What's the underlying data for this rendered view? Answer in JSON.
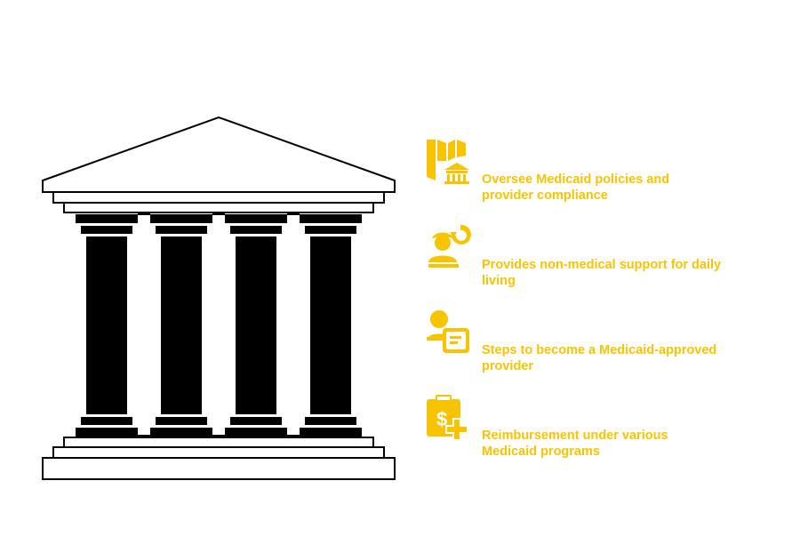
{
  "accent_color": "#f8c300",
  "items": [
    {
      "icon": "medicaid-policy-icon",
      "lines": [
        "Oversee Medicaid policies and",
        "provider compliance"
      ]
    },
    {
      "icon": "caregiver-support-icon",
      "lines": [
        "Provides non-medical support for daily",
        "living"
      ]
    },
    {
      "icon": "provider-application-icon",
      "lines": [
        "Steps to become a Medicaid-approved",
        "provider"
      ]
    },
    {
      "icon": "reimbursement-icon",
      "lines": [
        "Reimbursement under various",
        "Medicaid programs"
      ]
    }
  ]
}
